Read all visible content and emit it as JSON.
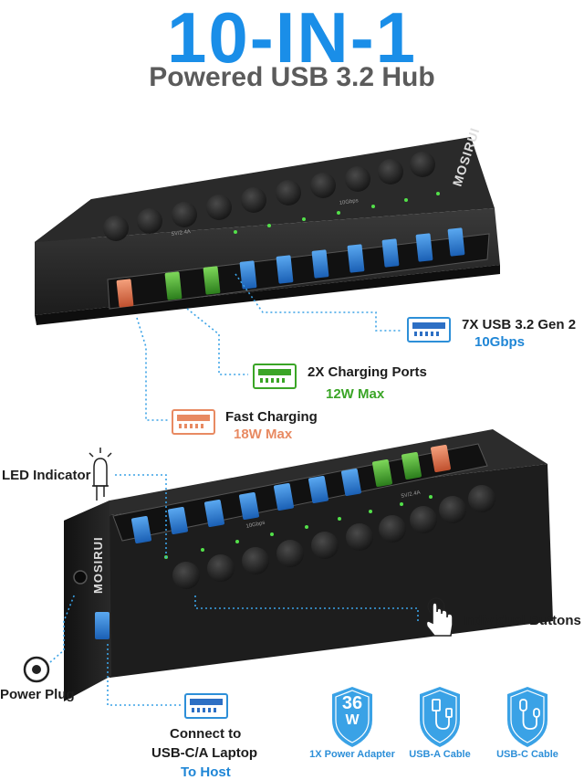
{
  "header": {
    "title": "10-IN-1",
    "subtitle": "Powered USB 3.2 Hub"
  },
  "brand": "MOSIRUI",
  "device_prints": {
    "speed": "10Gbps",
    "charging": "5V/2.4A"
  },
  "callouts": {
    "usb32": {
      "label": "7X USB 3.2 Gen 2",
      "sub": "10Gbps"
    },
    "charging_ports": {
      "label": "2X Charging Ports",
      "sub": "12W Max"
    },
    "fast_charging": {
      "label": "Fast Charging",
      "sub": "18W Max"
    },
    "led": {
      "label": "LED Indicator"
    },
    "buttons": {
      "label": "Individual Buttons"
    },
    "power_plug": {
      "label": "Power Plug"
    },
    "connect": {
      "line1": "Connect to",
      "line2": "USB-C/A Laptop",
      "line3": "To Host"
    }
  },
  "accessories": [
    {
      "label": "1X Power Adapter",
      "badge_value": "36",
      "badge_unit": "W"
    },
    {
      "label": "USB-A Cable"
    },
    {
      "label": "USB-C Cable"
    }
  ],
  "colors": {
    "accent_blue": "#1a8ee8",
    "port_blue": "#2f7fd6",
    "port_green": "#3aa526",
    "port_orange": "#e0724f",
    "hub_body": "#222222",
    "dotted_line": "#3aa2e6"
  },
  "icons": [
    "led-bulb-icon",
    "hand-pointer-icon",
    "power-plug-icon",
    "usb-port-icon",
    "shield-badge-icon",
    "usb-a-cable-icon",
    "usb-c-cable-icon"
  ]
}
